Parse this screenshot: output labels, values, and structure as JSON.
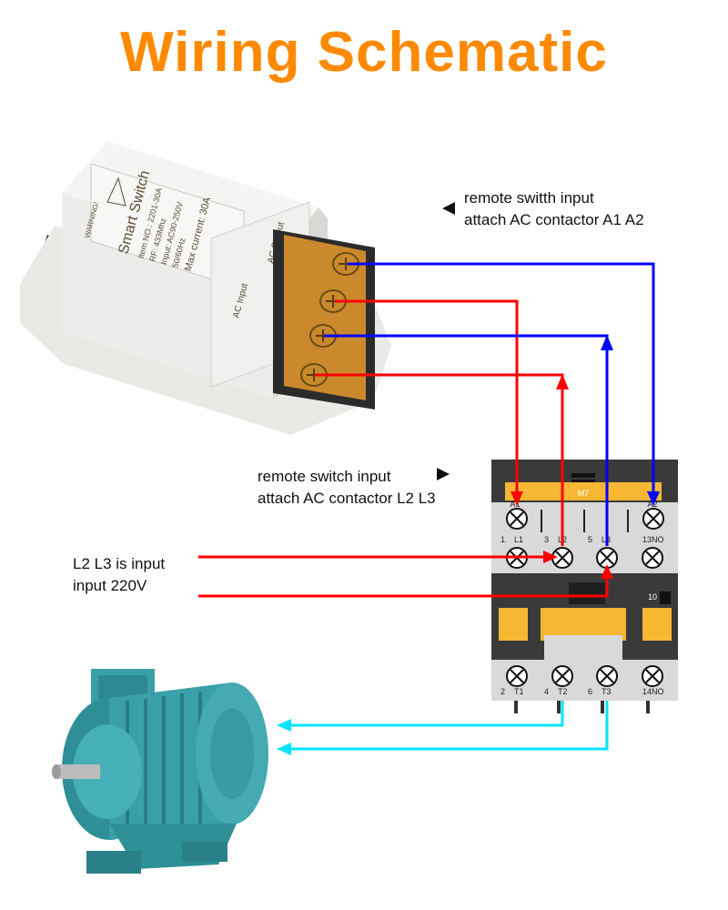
{
  "title": "Wiring Schematic",
  "colors": {
    "title": "#ff8a00",
    "wire_red": "#ff0000",
    "wire_blue": "#0000ff",
    "wire_cyan": "#00e5ff",
    "contactor_body": "#3a3a3a",
    "contactor_accent": "#f7b733",
    "motor": "#3aa0a8"
  },
  "annotations": {
    "a1a2": [
      "remote switth input",
      "attach AC contactor A1 A2"
    ],
    "l2l3": [
      "remote switch input",
      "attach AC contactor L2 L3"
    ],
    "input": [
      "L2 L3 is input",
      "input 220V"
    ]
  },
  "smart_switch": {
    "name": "Smart Switch",
    "item_no": "Item NO.: 2201-30A",
    "rf": "RF: 433Mhz",
    "input": "Input: AC90-250V",
    "freq": "50/60Hz",
    "max_current": "Max current: 30A",
    "warning": "WARNING!",
    "ac_input": "AC Input",
    "ac_output": "AC Output"
  },
  "contactor": {
    "model": "M7",
    "aux": "10",
    "top_coil": [
      "A1",
      "A2"
    ],
    "line_numbers": [
      "1",
      "3",
      "5",
      "13NO"
    ],
    "line_names": [
      "L1",
      "L2",
      "L3"
    ],
    "load_numbers": [
      "2",
      "4",
      "6",
      "14NO"
    ],
    "load_names": [
      "T1",
      "T2",
      "T3"
    ]
  },
  "icons": [
    "terminal-screw-icon",
    "arrow-left-icon",
    "arrow-right-icon",
    "motor-icon"
  ]
}
